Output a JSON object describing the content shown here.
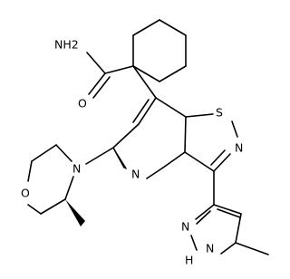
{
  "atoms": {
    "amide_n": "NH2",
    "amide_o": "O",
    "thiazole_s": "S",
    "thiazole_n": "N",
    "pyridine_n": "N",
    "morpholine_n": "N",
    "morpholine_o": "O",
    "pyrazole_n": "N",
    "pyrazole_nh": "N",
    "pyrazole_h": "H"
  }
}
